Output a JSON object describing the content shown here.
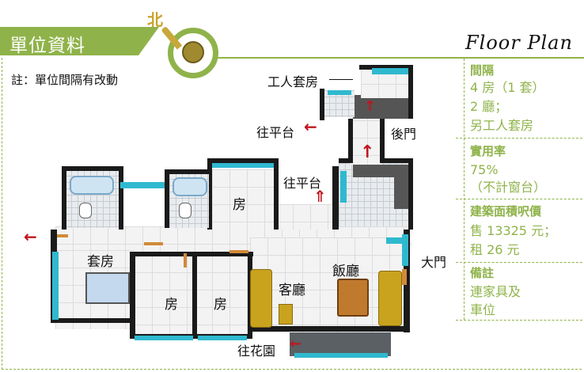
{
  "header": {
    "title": "單位資料",
    "floor_plan_title": "Floor Plan"
  },
  "compass": {
    "north": "北"
  },
  "note": "註：單位間隔有改動",
  "sidebar": {
    "sections": [
      {
        "heading": "間隔",
        "lines": [
          "4 房（1 套）",
          "2 廳；",
          "另工人套房"
        ]
      },
      {
        "heading": "實用率",
        "lines": [
          "75%",
          "（不計窗台）"
        ]
      },
      {
        "heading": "建築面積呎價",
        "lines": [
          "售 13325 元；",
          "租 26 元"
        ]
      },
      {
        "heading": "備註",
        "lines": [
          "連家具及",
          "車位"
        ]
      }
    ]
  },
  "plan": {
    "labels": {
      "maid_room": "工人套房",
      "to_platform_top": "往平台",
      "back_door": "後門",
      "to_platform_mid": "往平台",
      "room_top": "房",
      "suite": "套房",
      "room_1": "房",
      "room_2": "房",
      "living": "客廳",
      "dining": "飯廳",
      "main_door": "大門",
      "to_garden": "往花園"
    }
  },
  "colors": {
    "accent": "#8fb34a",
    "window": "#2fb9cf",
    "arrow": "#c0161e",
    "furniture": "#c9a31e"
  }
}
